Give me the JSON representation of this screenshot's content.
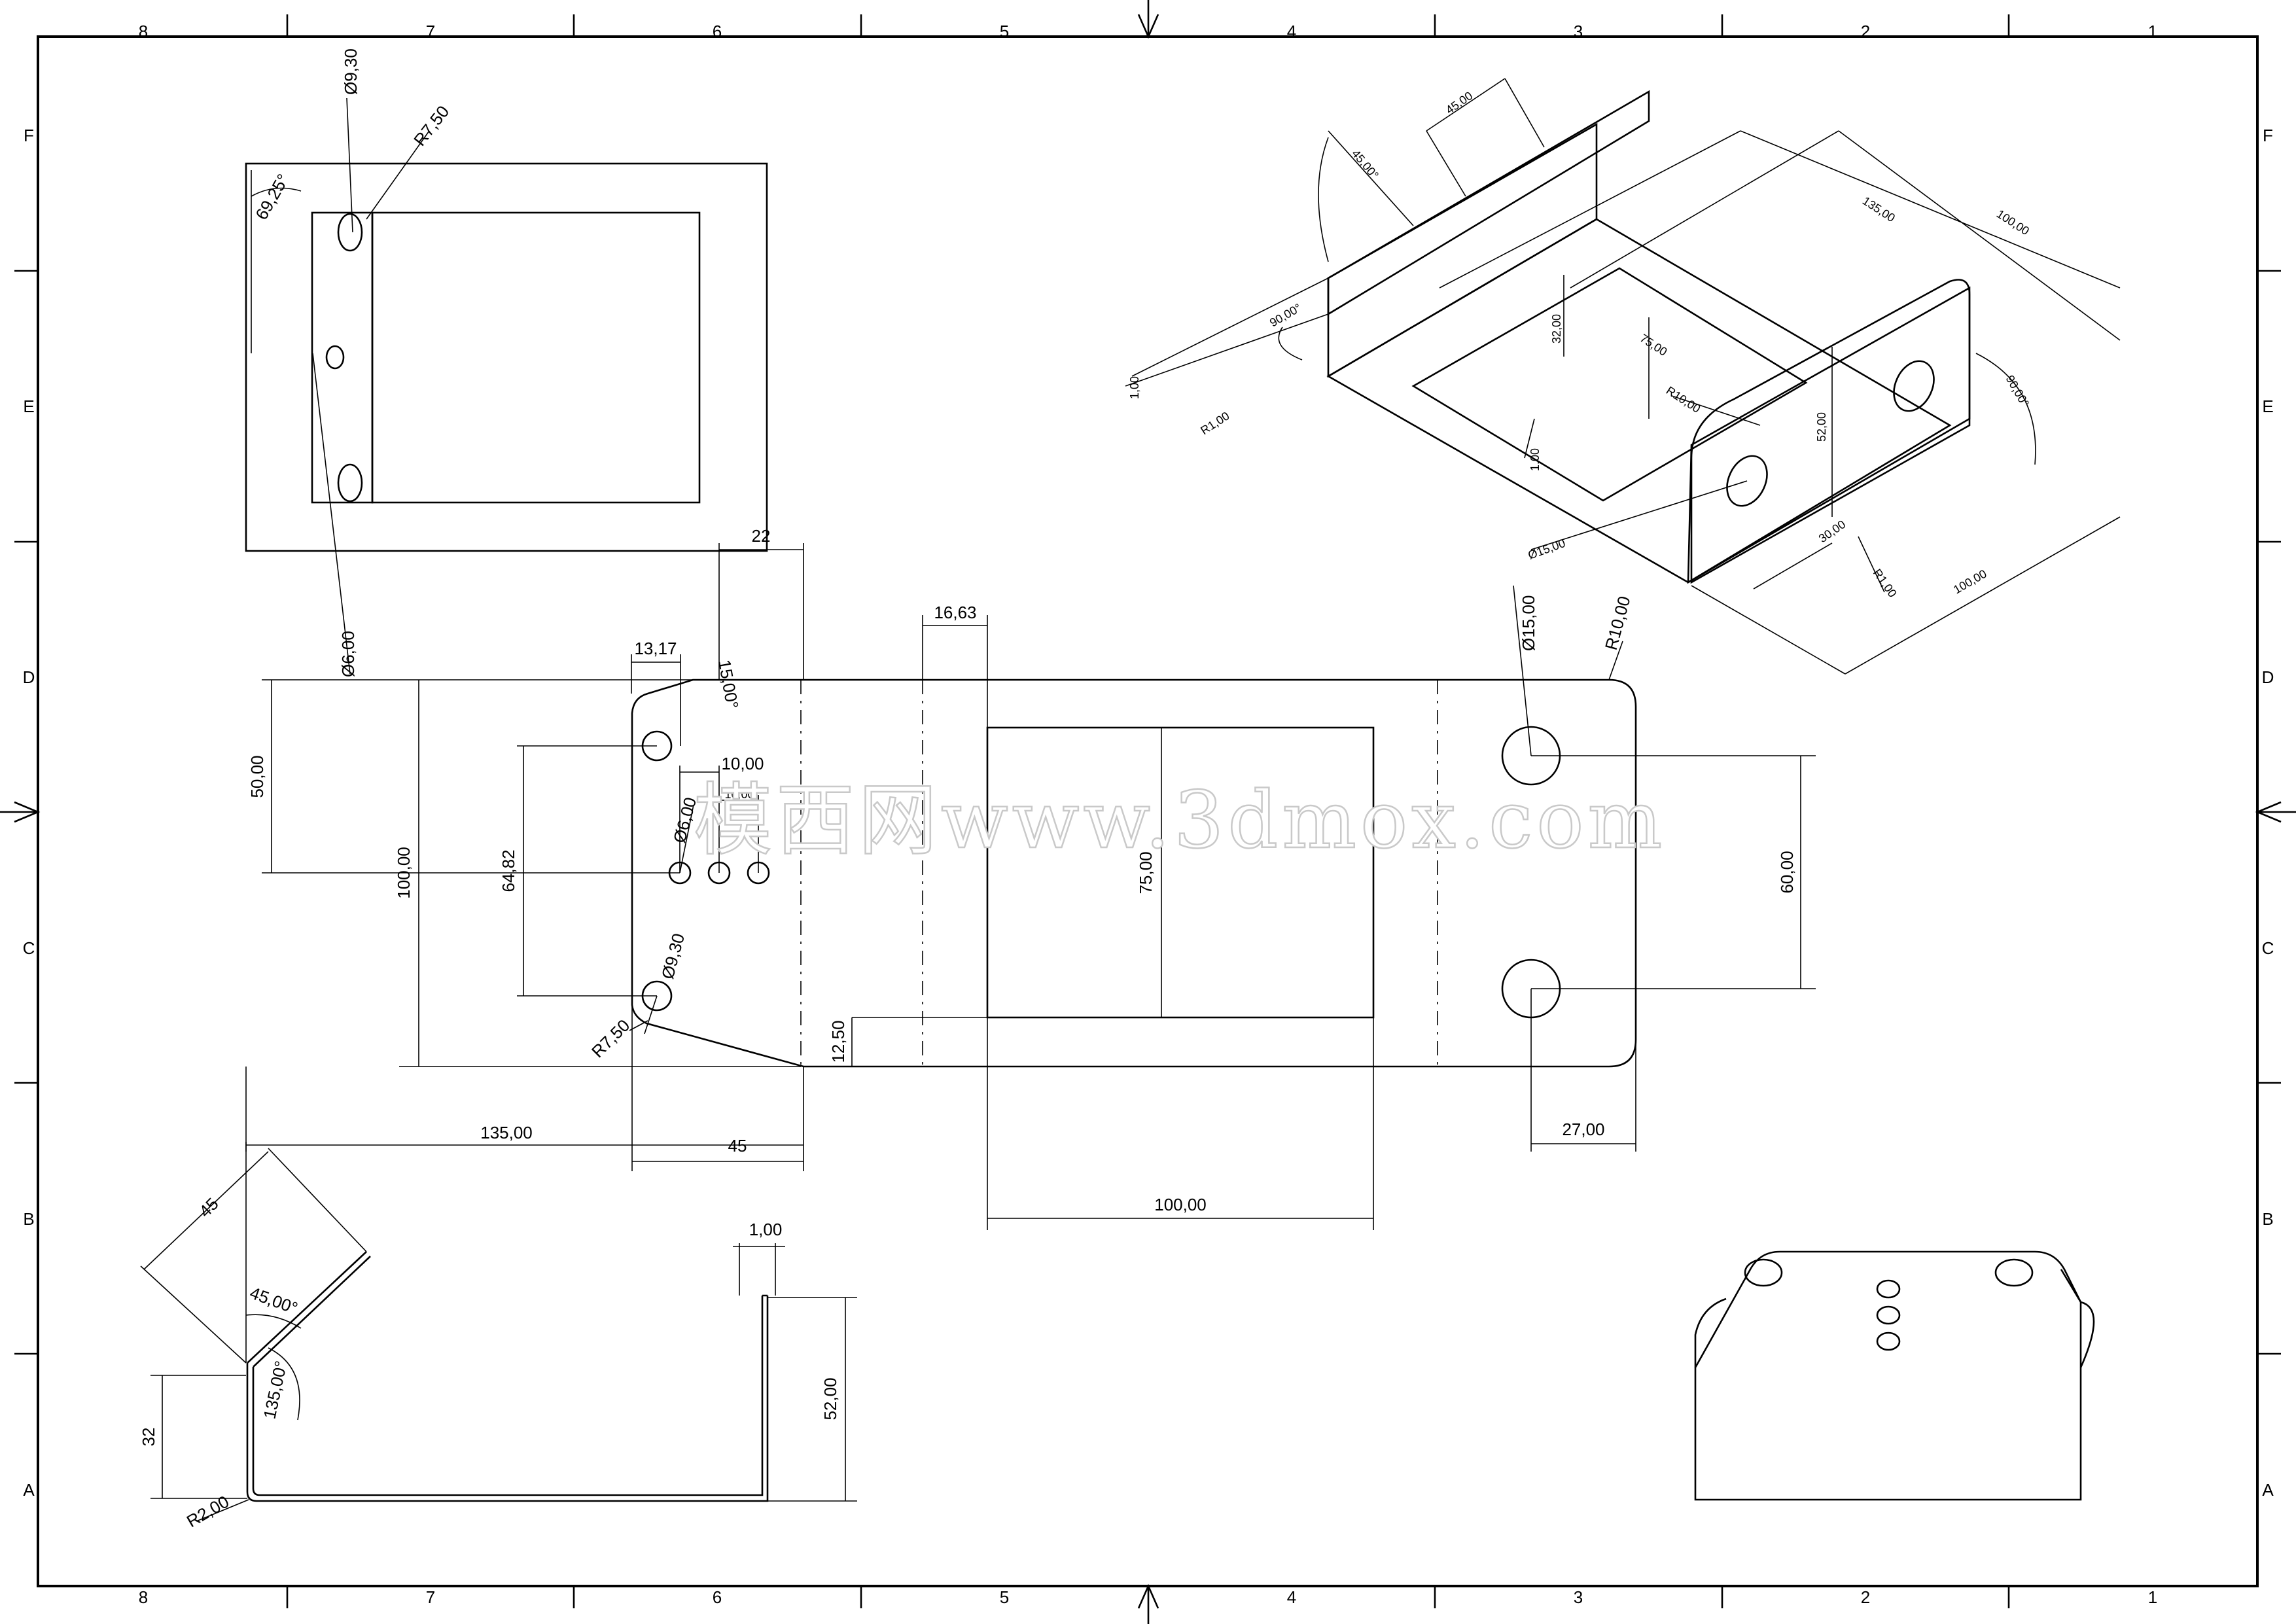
{
  "sheet": {
    "zones_top": [
      "8",
      "7",
      "6",
      "5",
      "4",
      "3",
      "2",
      "1"
    ],
    "zones_side": [
      "F",
      "E",
      "D",
      "C",
      "B",
      "A"
    ]
  },
  "top_view": {
    "dims": {
      "d1": "Ø9,30",
      "r1": "R7,50",
      "ang": "69,25°",
      "d2": "Ø6,00"
    }
  },
  "flat_pattern": {
    "dims": {
      "w22": "22",
      "w13": "13,17",
      "ang15": "15,00°",
      "w1663": "16,63",
      "h50": "50,00",
      "h100": "100,00",
      "h6482": "64,82",
      "d6": "Ø6,00",
      "p10a": "10,00",
      "p10b": "10,00",
      "d93": "Ø9,30",
      "r75": "R7,50",
      "h1250": "12,50",
      "h75": "75,00",
      "d15": "Ø15,00",
      "r10": "R10,00",
      "h60": "60,00",
      "w27": "27,00",
      "w100": "100,00",
      "w135": "135,00",
      "w45": "45"
    }
  },
  "side_view": {
    "dims": {
      "l45": "45",
      "ang45": "45,00°",
      "ang135": "135,00°",
      "h32": "32",
      "r2": "R2,00",
      "t1": "1,00",
      "h52": "52,00"
    }
  },
  "iso_view": {
    "dims": {
      "l45": "45,00",
      "a45": "45,00°",
      "l135": "135,00",
      "l100a": "100,00",
      "a90a": "90,00°",
      "t1a": "1,00",
      "h32": "32,00",
      "l75": "75,00",
      "r10": "R10,00",
      "r1a": "R1,00",
      "t1b": "1,00",
      "h52": "52,00",
      "a90b": "90,00°",
      "d15": "Ø15,00",
      "l30": "30,00",
      "r1b": "R1,00",
      "l100b": "100,00"
    }
  },
  "watermark": {
    "text": "模西网www.3dmox.com"
  },
  "colors": {
    "line": "#000000",
    "shade_dark": "#6e6e6e",
    "shade_light": "#f2f2f2"
  }
}
